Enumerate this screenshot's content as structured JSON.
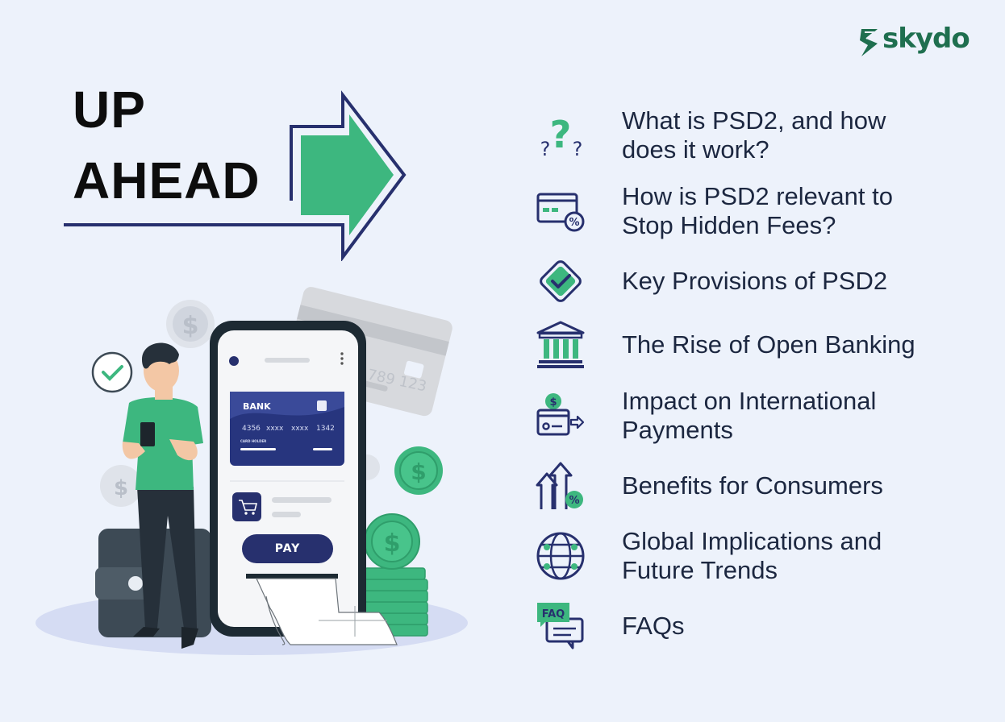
{
  "brand": {
    "name": "skydo",
    "green": "#1f6f4f",
    "accent_green": "#3db77f",
    "navy": "#27306e"
  },
  "title": {
    "line1": "UP",
    "line2": "AHEAD"
  },
  "illustration": {
    "bank_label": "BANK",
    "card_numbers": [
      "4356",
      "xxxx",
      "xxxx",
      "1342"
    ],
    "card_holder": "CARD HOLDER",
    "background_card_number": "789 123",
    "pay_button": "PAY"
  },
  "agenda": [
    {
      "icon": "question-marks-icon",
      "label": "What is PSD2, and how\ndoes it work?"
    },
    {
      "icon": "card-percent-icon",
      "label": "How is PSD2 relevant to\nStop Hidden Fees?"
    },
    {
      "icon": "check-diamond-icon",
      "label": "Key Provisions of PSD2"
    },
    {
      "icon": "bank-building-icon",
      "label": "The Rise of Open Banking"
    },
    {
      "icon": "card-transfer-icon",
      "label": "Impact on International\nPayments"
    },
    {
      "icon": "growth-arrows-icon",
      "label": "Benefits for Consumers"
    },
    {
      "icon": "globe-icon",
      "label": "Global Implications and\nFuture Trends"
    },
    {
      "icon": "faq-chat-icon",
      "label": "FAQs"
    }
  ]
}
